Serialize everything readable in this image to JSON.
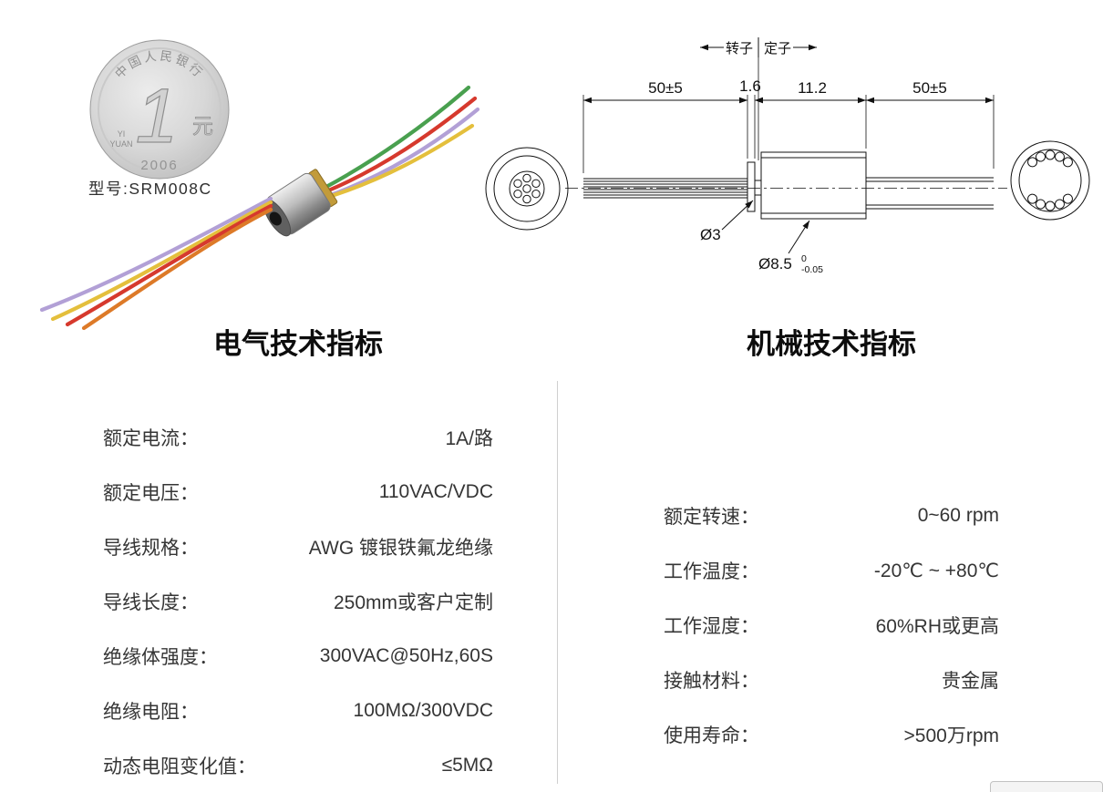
{
  "photo": {
    "model_label": "型号:SRM008C",
    "coin": {
      "bank_text": "中国人民银行",
      "numeral": "1",
      "unit": "元",
      "pinyin_top": "YI",
      "pinyin_bottom": "YUAN",
      "year": "2006"
    },
    "wire_colors": {
      "purple": "#b2a0d6",
      "green": "#49a04f",
      "red": "#d6392d",
      "yellow": "#e4bf3c",
      "orange": "#dd7a28"
    }
  },
  "drawing": {
    "rotor_label": "转子",
    "stator_label": "定子",
    "dim_wire_left": "50±5",
    "dim_flange": "1.6",
    "dim_body": "11.2",
    "dim_wire_right": "50±5",
    "dia_shaft": "Ø3",
    "dia_body": "Ø8.5",
    "dia_body_tol_upper": "0",
    "dia_body_tol_lower": "-0.05"
  },
  "electrical": {
    "title": "电气技术指标",
    "rows": [
      {
        "label": "额定电流：",
        "value": "1A/路"
      },
      {
        "label": "额定电压：",
        "value": "110VAC/VDC"
      },
      {
        "label": "导线规格：",
        "value": "AWG 镀银铁氟龙绝缘"
      },
      {
        "label": "导线长度：",
        "value": "250mm或客户定制"
      },
      {
        "label": "绝缘体强度：",
        "value": "300VAC@50Hz,60S"
      },
      {
        "label": "绝缘电阻：",
        "value": "100MΩ/300VDC"
      },
      {
        "label": "动态电阻变化值：",
        "value": "≤5MΩ"
      }
    ]
  },
  "mechanical": {
    "title": "机械技术指标",
    "rows": [
      {
        "label": "额定转速：",
        "value": "0~60 rpm"
      },
      {
        "label": "工作温度：",
        "value": "-20℃ ~ +80℃"
      },
      {
        "label": "工作湿度：",
        "value": "60%RH或更高"
      },
      {
        "label": "接触材料：",
        "value": "贵金属"
      },
      {
        "label": "使用寿命：",
        "value": ">500万rpm"
      }
    ]
  }
}
